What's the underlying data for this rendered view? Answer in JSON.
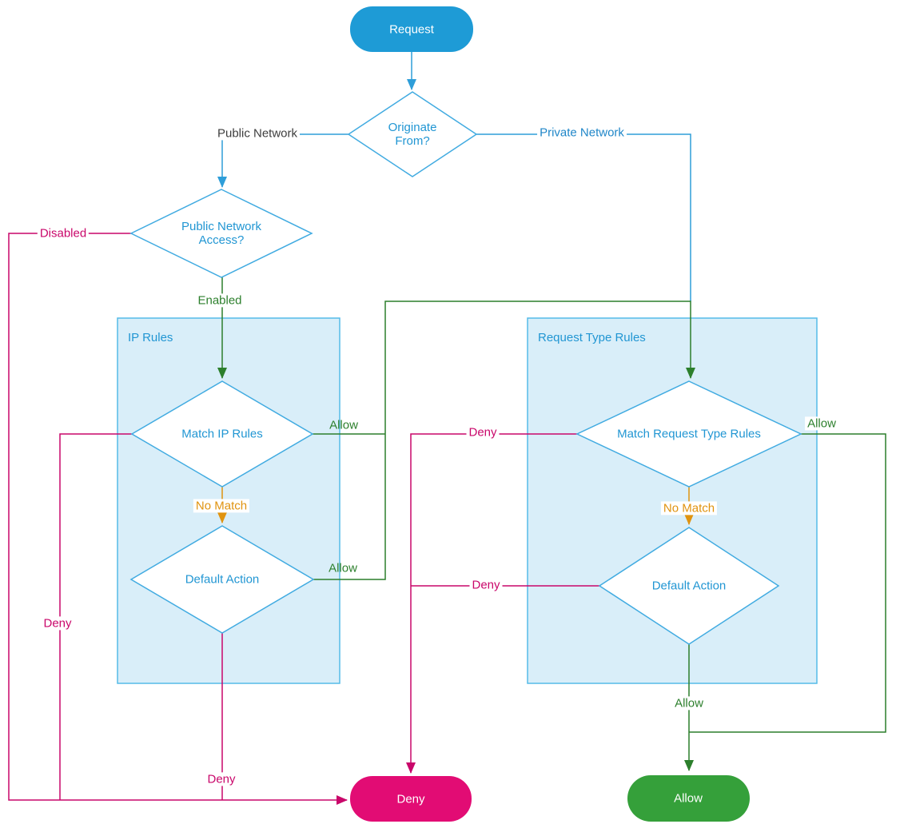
{
  "colors": {
    "blue": "#2e9ed9",
    "node_blue": "#1e9bd6",
    "diamond_border": "#41abe1",
    "diamond_text": "#2196d3",
    "label_blue": "#1f86c8",
    "box_fill": "#d9eef9",
    "box_border": "#55bbe8",
    "green": "#2c7f2c",
    "green_fill": "#35a03a",
    "pink": "#c9066a",
    "pink_fill": "#e20c74",
    "orange": "#e0930f",
    "label_dark": "#3d3d3d"
  },
  "nodes": {
    "request": {
      "label": "Request",
      "type": "start"
    },
    "originate_from": {
      "label": "Originate From?",
      "type": "decision"
    },
    "public_network_access": {
      "label": "Public Network Access?",
      "type": "decision"
    },
    "match_ip_rules": {
      "label": "Match IP Rules",
      "type": "decision"
    },
    "default_action_ip": {
      "label": "Default Action",
      "type": "decision"
    },
    "match_request_type_rules": {
      "label": "Match Request Type Rules",
      "type": "decision"
    },
    "default_action_request_type": {
      "label": "Default Action",
      "type": "decision"
    },
    "deny_terminal": {
      "label": "Deny",
      "type": "terminal"
    },
    "allow_terminal": {
      "label": "Allow",
      "type": "terminal"
    }
  },
  "groups": {
    "ip_rules": {
      "label": "IP Rules"
    },
    "request_type_rules": {
      "label": "Request Type Rules"
    }
  },
  "edge_labels": {
    "public_network": "Public Network",
    "private_network": "Private Network",
    "disabled": "Disabled",
    "enabled": "Enabled",
    "ip_match_allow": "Allow",
    "ip_match_deny": "Deny",
    "ip_no_match": "No Match",
    "ip_default_allow": "Allow",
    "ip_default_deny": "Deny",
    "rtr_match_allow": "Allow",
    "rtr_match_deny": "Deny",
    "rtr_no_match": "No Match",
    "rtr_default_allow": "Allow",
    "rtr_default_deny": "Deny"
  }
}
